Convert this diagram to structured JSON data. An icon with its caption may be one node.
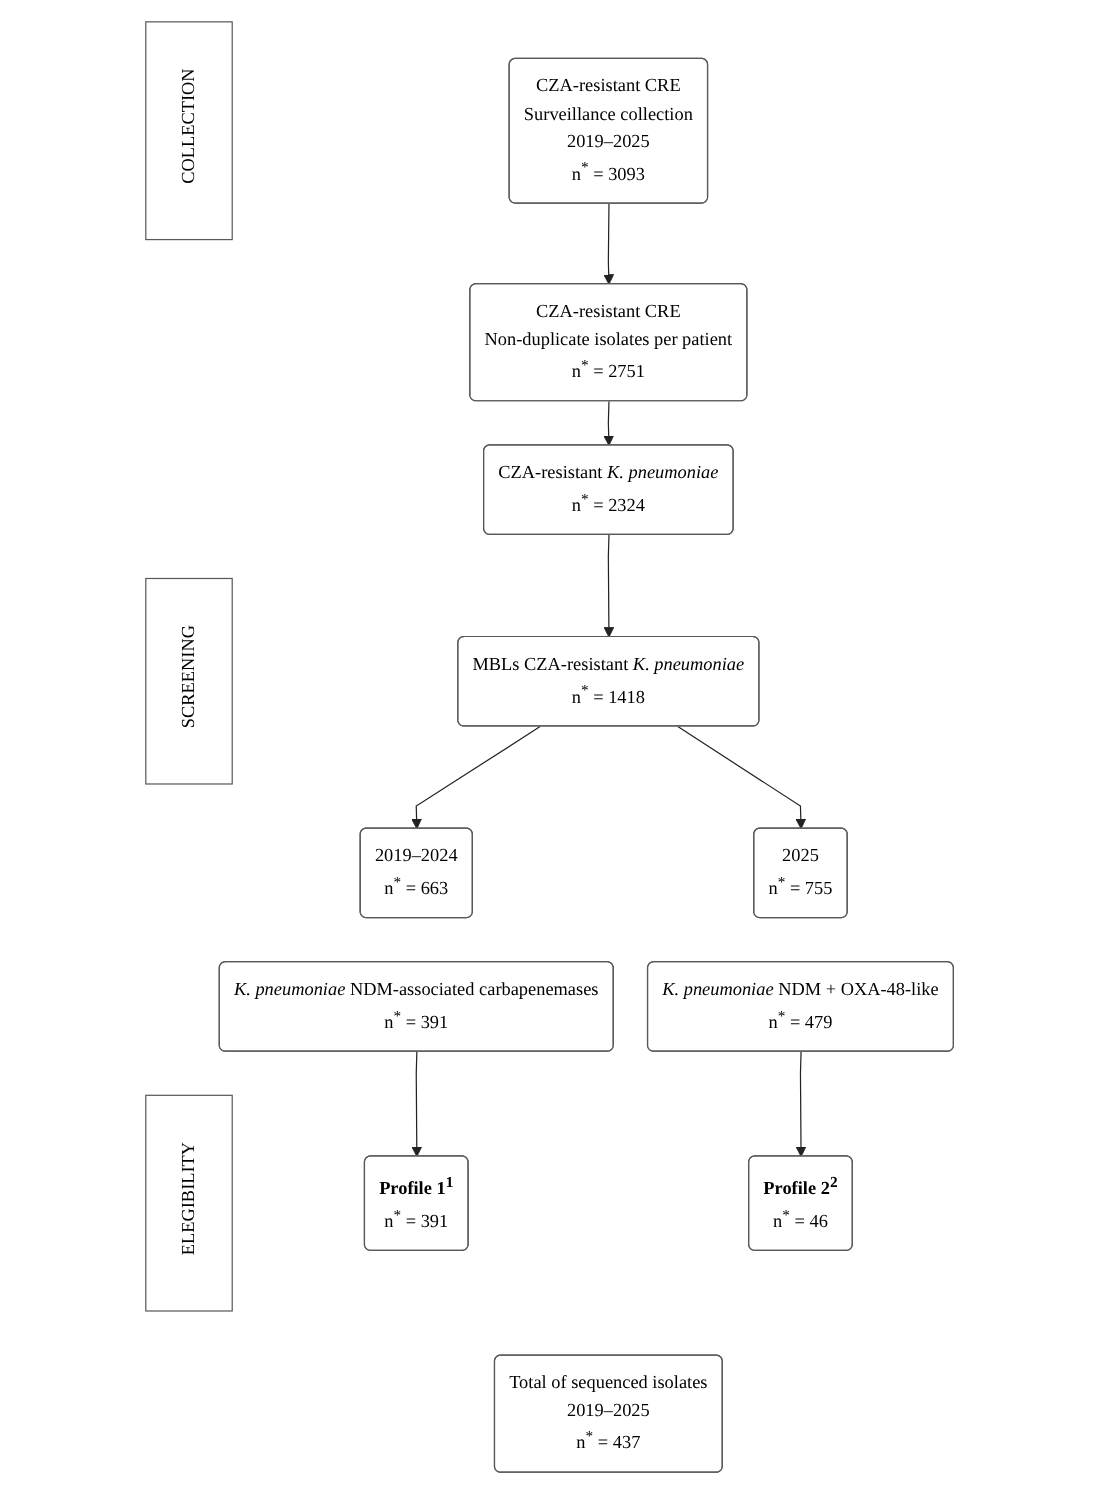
{
  "diagram": {
    "nodes": [
      {
        "text": [
          "COLLECTION"
        ]
      },
      {
        "text": [
          "CZA-resistant CRE",
          "Surveillance collection",
          "2019–2025",
          "n$^{*}$ = 3093"
        ]
      },
      {
        "text": [
          "CZA-resistant CRE",
          "Non-duplicate isolates per patient",
          "n$^{*}$ = 2751"
        ]
      },
      {
        "text": [
          "SCREENING"
        ]
      },
      {
        "text": [
          "CZA-resistant *K. pneumoniae*",
          "n$^{*}$ = 2324"
        ]
      },
      {
        "text": [
          "MBLs CZA-resistant *K. pneumoniae*",
          "n$^{*}$ = 1418"
        ]
      },
      {
        "text": [
          "2019–2024",
          "n$^{*}$ = 663"
        ]
      },
      {
        "text": [
          "2025",
          "n$^{*}$ = 755"
        ]
      },
      {
        "text": [
          "*K. pneumoniae* NDM-associated carbapenemases",
          "n$^{*}$ = 391"
        ]
      },
      {
        "text": [
          "*K. pneumoniae* NDM + OXA-48-like",
          "n$^{*}$ = 479"
        ]
      },
      {
        "text": [
          "ELEGIBILITY"
        ]
      },
      {
        "text": [
          "Profile 1$^{1}$",
          "n$^{*}$ = 391"
        ]
      },
      {
        "text": [
          "Profile 2$^{2}$",
          "n$^{*}$ = 46"
        ]
      },
      {
        "text": [
          "Total of sequenced isolates",
          "2019–2025",
          "n$^{*}$ = 437"
        ]
      }
    ],
    "edges": [
      {
        "from": 1,
        "to": 2,
        "arrow": "to"
      },
      {
        "from": 2,
        "to": 4,
        "arrow": "to"
      },
      {
        "from": 4,
        "to": 5,
        "arrow": "to"
      },
      {
        "from": 5,
        "to": 6,
        "arrow": "to"
      },
      {
        "from": 5,
        "to": 7,
        "arrow": "to"
      },
      {
        "from": 8,
        "to": 11,
        "arrow": "to"
      },
      {
        "from": 9,
        "to": 12,
        "arrow": "to"
      }
    ]
  }
}
